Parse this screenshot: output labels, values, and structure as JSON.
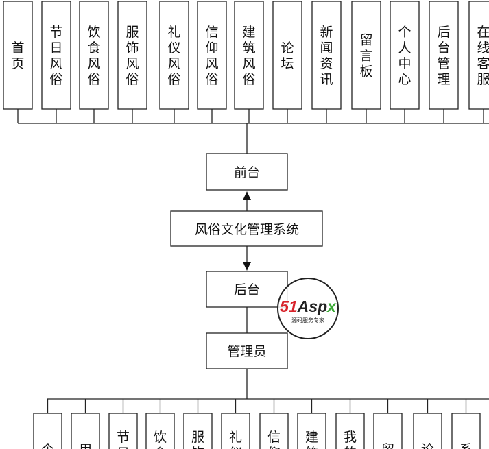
{
  "top_nodes": [
    {
      "label": "首页"
    },
    {
      "label": "节日风俗"
    },
    {
      "label": "饮食风俗"
    },
    {
      "label": "服饰风俗"
    },
    {
      "label": "礼仪风俗"
    },
    {
      "label": "信仰风俗"
    },
    {
      "label": "建筑风俗"
    },
    {
      "label": "论坛"
    },
    {
      "label": "新闻资讯"
    },
    {
      "label": "留言板"
    },
    {
      "label": "个人中心"
    },
    {
      "label": "后台管理"
    },
    {
      "label": "在线客服"
    }
  ],
  "center_nodes": {
    "frontend": "前台",
    "system": "风俗文化管理系统",
    "backend": "后台",
    "admin": "管理员"
  },
  "bottom_nodes": [
    {
      "label": "个"
    },
    {
      "label": "用"
    },
    {
      "label": "节日"
    },
    {
      "label": "饮食"
    },
    {
      "label": "服饰"
    },
    {
      "label": "礼仪"
    },
    {
      "label": "信仰"
    },
    {
      "label": "建筑"
    },
    {
      "label": "我的"
    },
    {
      "label": "留"
    },
    {
      "label": "论"
    },
    {
      "label": "系"
    }
  ],
  "watermark": {
    "brand": "51Aspx",
    "tagline": "源码服务专家"
  }
}
